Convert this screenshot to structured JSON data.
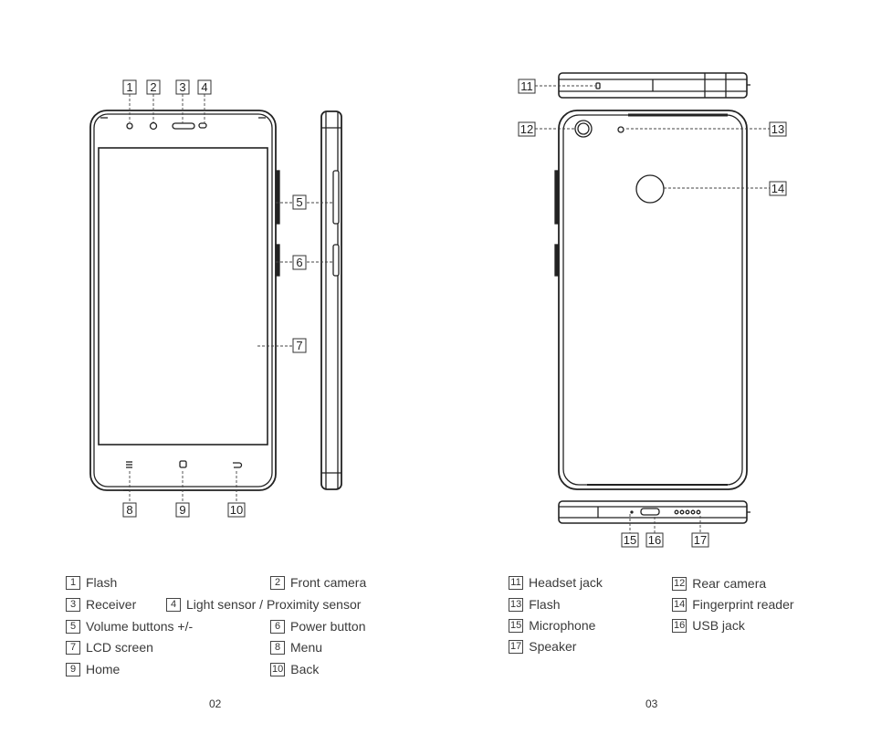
{
  "callouts": [
    "1",
    "2",
    "3",
    "4",
    "5",
    "6",
    "7",
    "8",
    "9",
    "10",
    "11",
    "12",
    "13",
    "14",
    "15",
    "16",
    "17"
  ],
  "legend_left": [
    {
      "num": "1",
      "label": "Flash"
    },
    {
      "num": "2",
      "label": "Front camera"
    },
    {
      "num": "3",
      "label": "Receiver"
    },
    {
      "num": "4",
      "label": "Light sensor / Proximity sensor"
    },
    {
      "num": "5",
      "label": "Volume buttons +/-"
    },
    {
      "num": "6",
      "label": "Power button"
    },
    {
      "num": "7",
      "label": "LCD screen"
    },
    {
      "num": "8",
      "label": "Menu"
    },
    {
      "num": "9",
      "label": "Home"
    },
    {
      "num": "10",
      "label": "Back"
    }
  ],
  "legend_right": [
    {
      "num": "11",
      "label": "Headset jack"
    },
    {
      "num": "12",
      "label": "Rear camera"
    },
    {
      "num": "13",
      "label": "Flash"
    },
    {
      "num": "14",
      "label": "Fingerprint reader"
    },
    {
      "num": "15",
      "label": "Microphone"
    },
    {
      "num": "16",
      "label": "USB jack"
    },
    {
      "num": "17",
      "label": "Speaker"
    }
  ],
  "pages": {
    "left": "02",
    "right": "03"
  }
}
